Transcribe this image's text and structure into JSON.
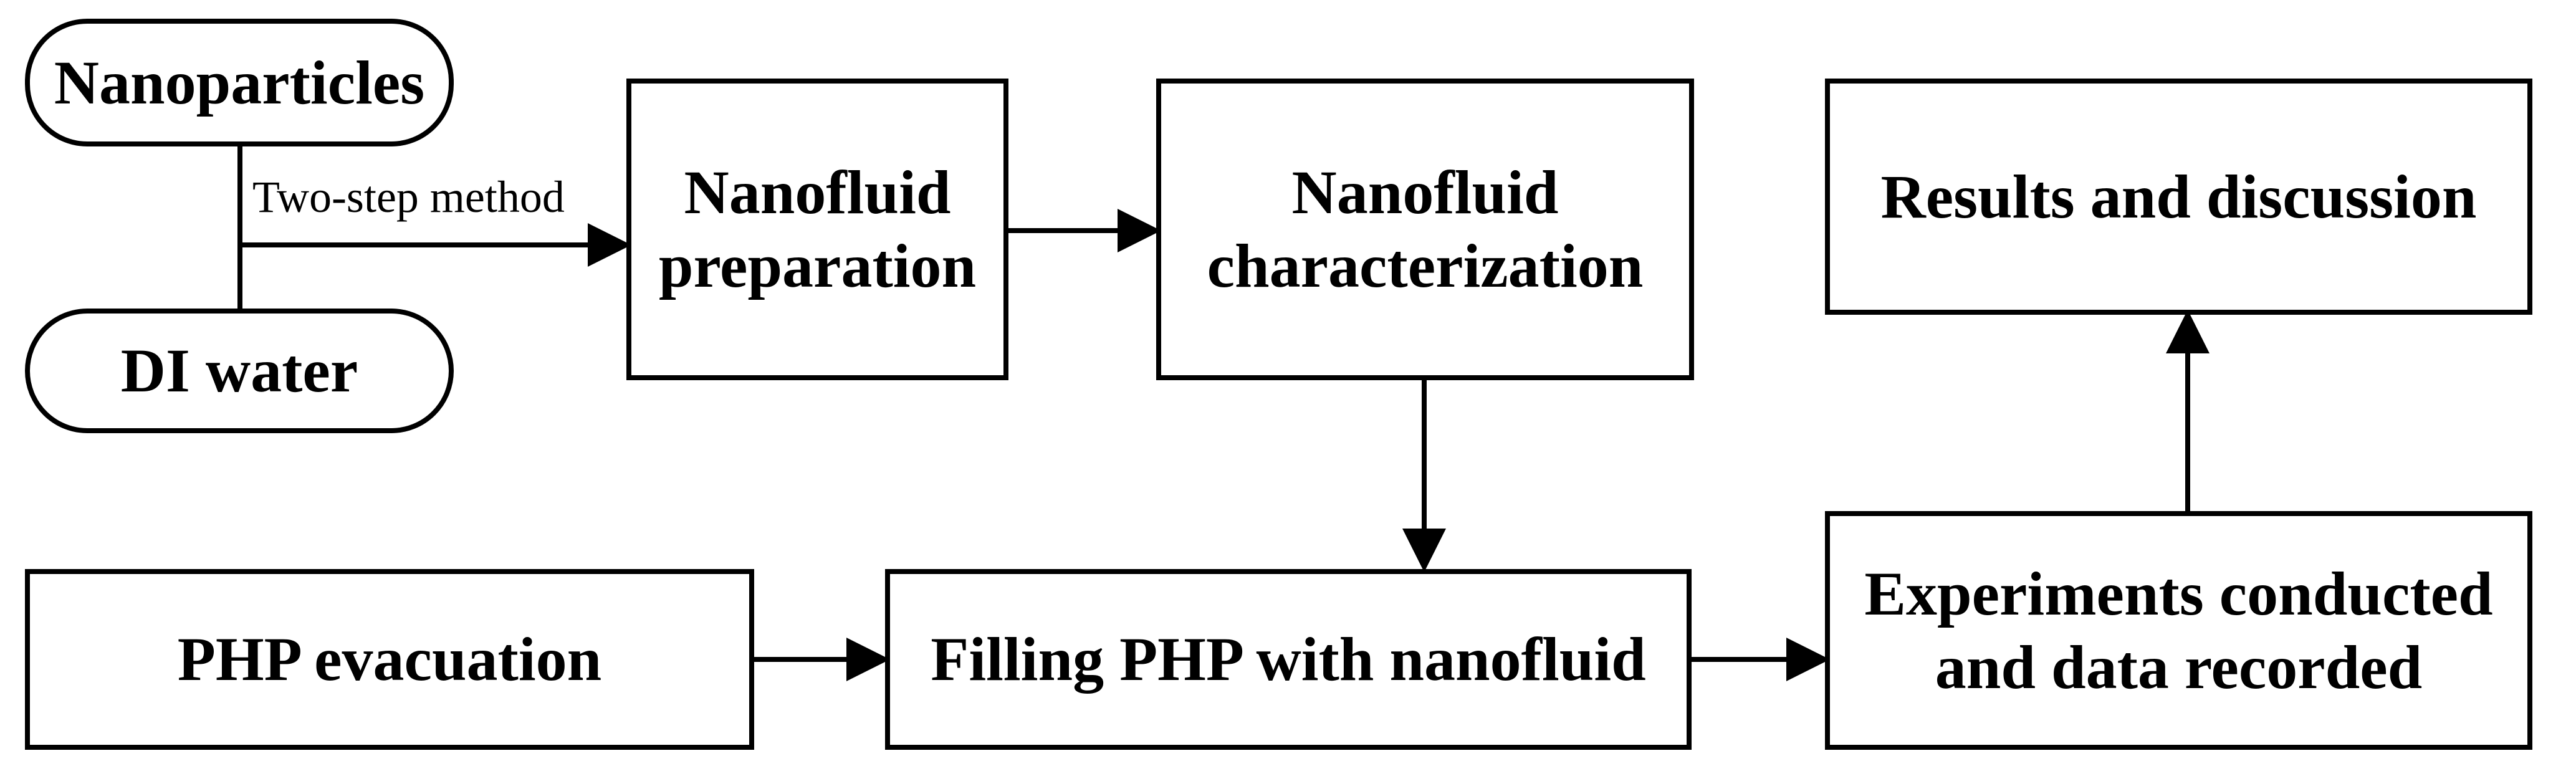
{
  "diagram": {
    "nodes": {
      "nanoparticles": "Nanoparticles",
      "di_water": "DI water",
      "nanofluid_preparation": [
        "Nanofluid",
        "preparation"
      ],
      "nanofluid_characterization": [
        "Nanofluid",
        "characterization"
      ],
      "results_discussion": "Results and discussion",
      "php_evacuation": "PHP evacuation",
      "filling_php": "Filling PHP with nanofluid",
      "experiments": [
        "Experiments conducted",
        "and data recorded"
      ]
    },
    "edges": {
      "two_step_method": "Two-step method"
    },
    "colors": {
      "stroke": "#000000",
      "background": "#ffffff"
    }
  }
}
